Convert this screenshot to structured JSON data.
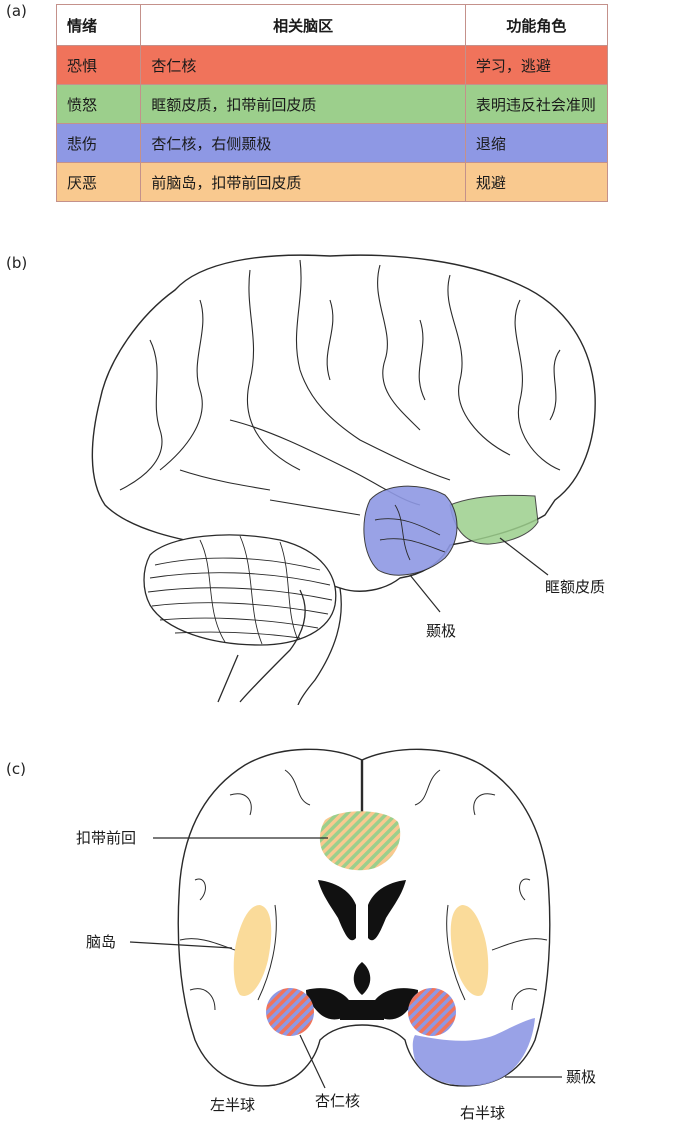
{
  "panels": {
    "a": "(a)",
    "b": "(b)",
    "c": "(c)"
  },
  "table": {
    "headers": [
      "情绪",
      "相关脑区",
      "功能角色"
    ],
    "rows": [
      {
        "emotion": "恐惧",
        "regions": "杏仁核",
        "role": "学习，逃避",
        "color": "#f0735b"
      },
      {
        "emotion": "愤怒",
        "regions": "眶额皮质，扣带前回皮质",
        "role": "表明违反社会准则",
        "color": "#9ccf8c"
      },
      {
        "emotion": "悲伤",
        "regions": "杏仁核，右侧颞极",
        "role": "退缩",
        "color": "#8e98e4"
      },
      {
        "emotion": "厌恶",
        "regions": "前脑岛，扣带前回皮质",
        "role": "规避",
        "color": "#f9c98f"
      }
    ]
  },
  "lateral_view": {
    "orbitofrontal": "眶额皮质",
    "temporal_pole": "颞极"
  },
  "coronal_view": {
    "anterior_cingulate": "扣带前回",
    "insula": "脑岛",
    "left_hemisphere": "左半球",
    "amygdala": "杏仁核",
    "right_hemisphere": "右半球",
    "temporal_pole": "颞极"
  }
}
